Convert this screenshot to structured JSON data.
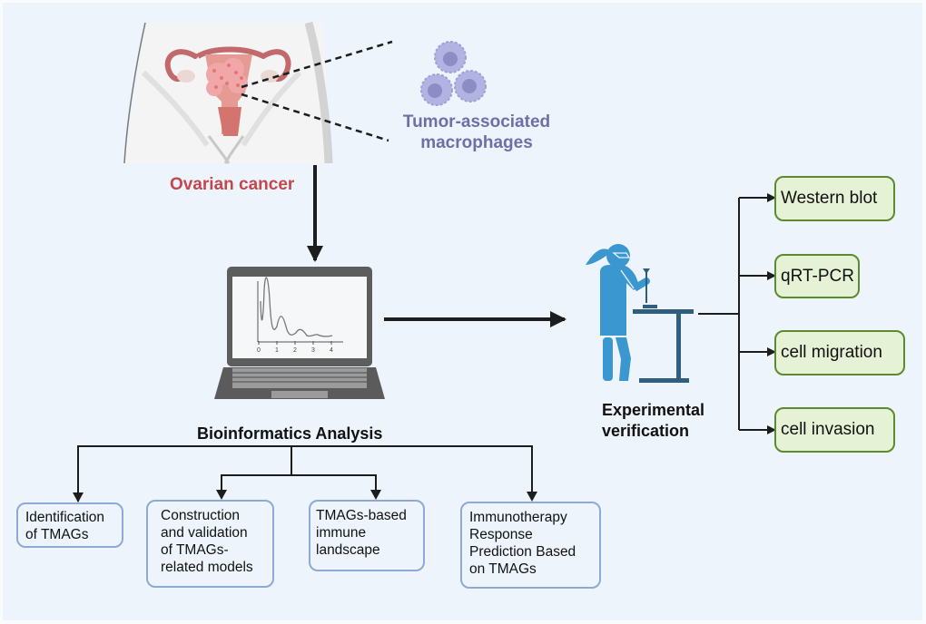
{
  "illustration": {
    "disease_label": "Ovarian cancer",
    "macrophage_label_line1": "Tumor-associated",
    "macrophage_label_line2": "macrophages"
  },
  "laptop_chart": {
    "x_ticks": [
      "0",
      "1",
      "2",
      "3",
      "4"
    ]
  },
  "bioinformatics": {
    "title": "Bioinformatics Analysis",
    "boxes": [
      {
        "label": "Identification\nof TMAGs"
      },
      {
        "label": "Construction\nand validation\nof TMAGs-\nrelated models"
      },
      {
        "label": "TMAGs-based\nimmune\nlandscape"
      },
      {
        "label": "Immunotherapy\nResponse\nPrediction Based\non TMAGs"
      }
    ]
  },
  "experimental": {
    "title_line1": "Experimental",
    "title_line2": "verification",
    "methods": [
      {
        "label": "Western blot"
      },
      {
        "label": "qRT-PCR"
      },
      {
        "label": "cell migration"
      },
      {
        "label": "cell invasion"
      }
    ]
  },
  "colors": {
    "background": "#edf4fc",
    "disease_red": "#c4474d",
    "macrophage_purple": "#6f6fa8",
    "method_fill": "#e6f2d5",
    "method_border": "#5c8a2e",
    "analysis_border": "#8ea9d6",
    "scientist_blue": "#3a97d0",
    "bench_blue": "#2f5e7e"
  }
}
